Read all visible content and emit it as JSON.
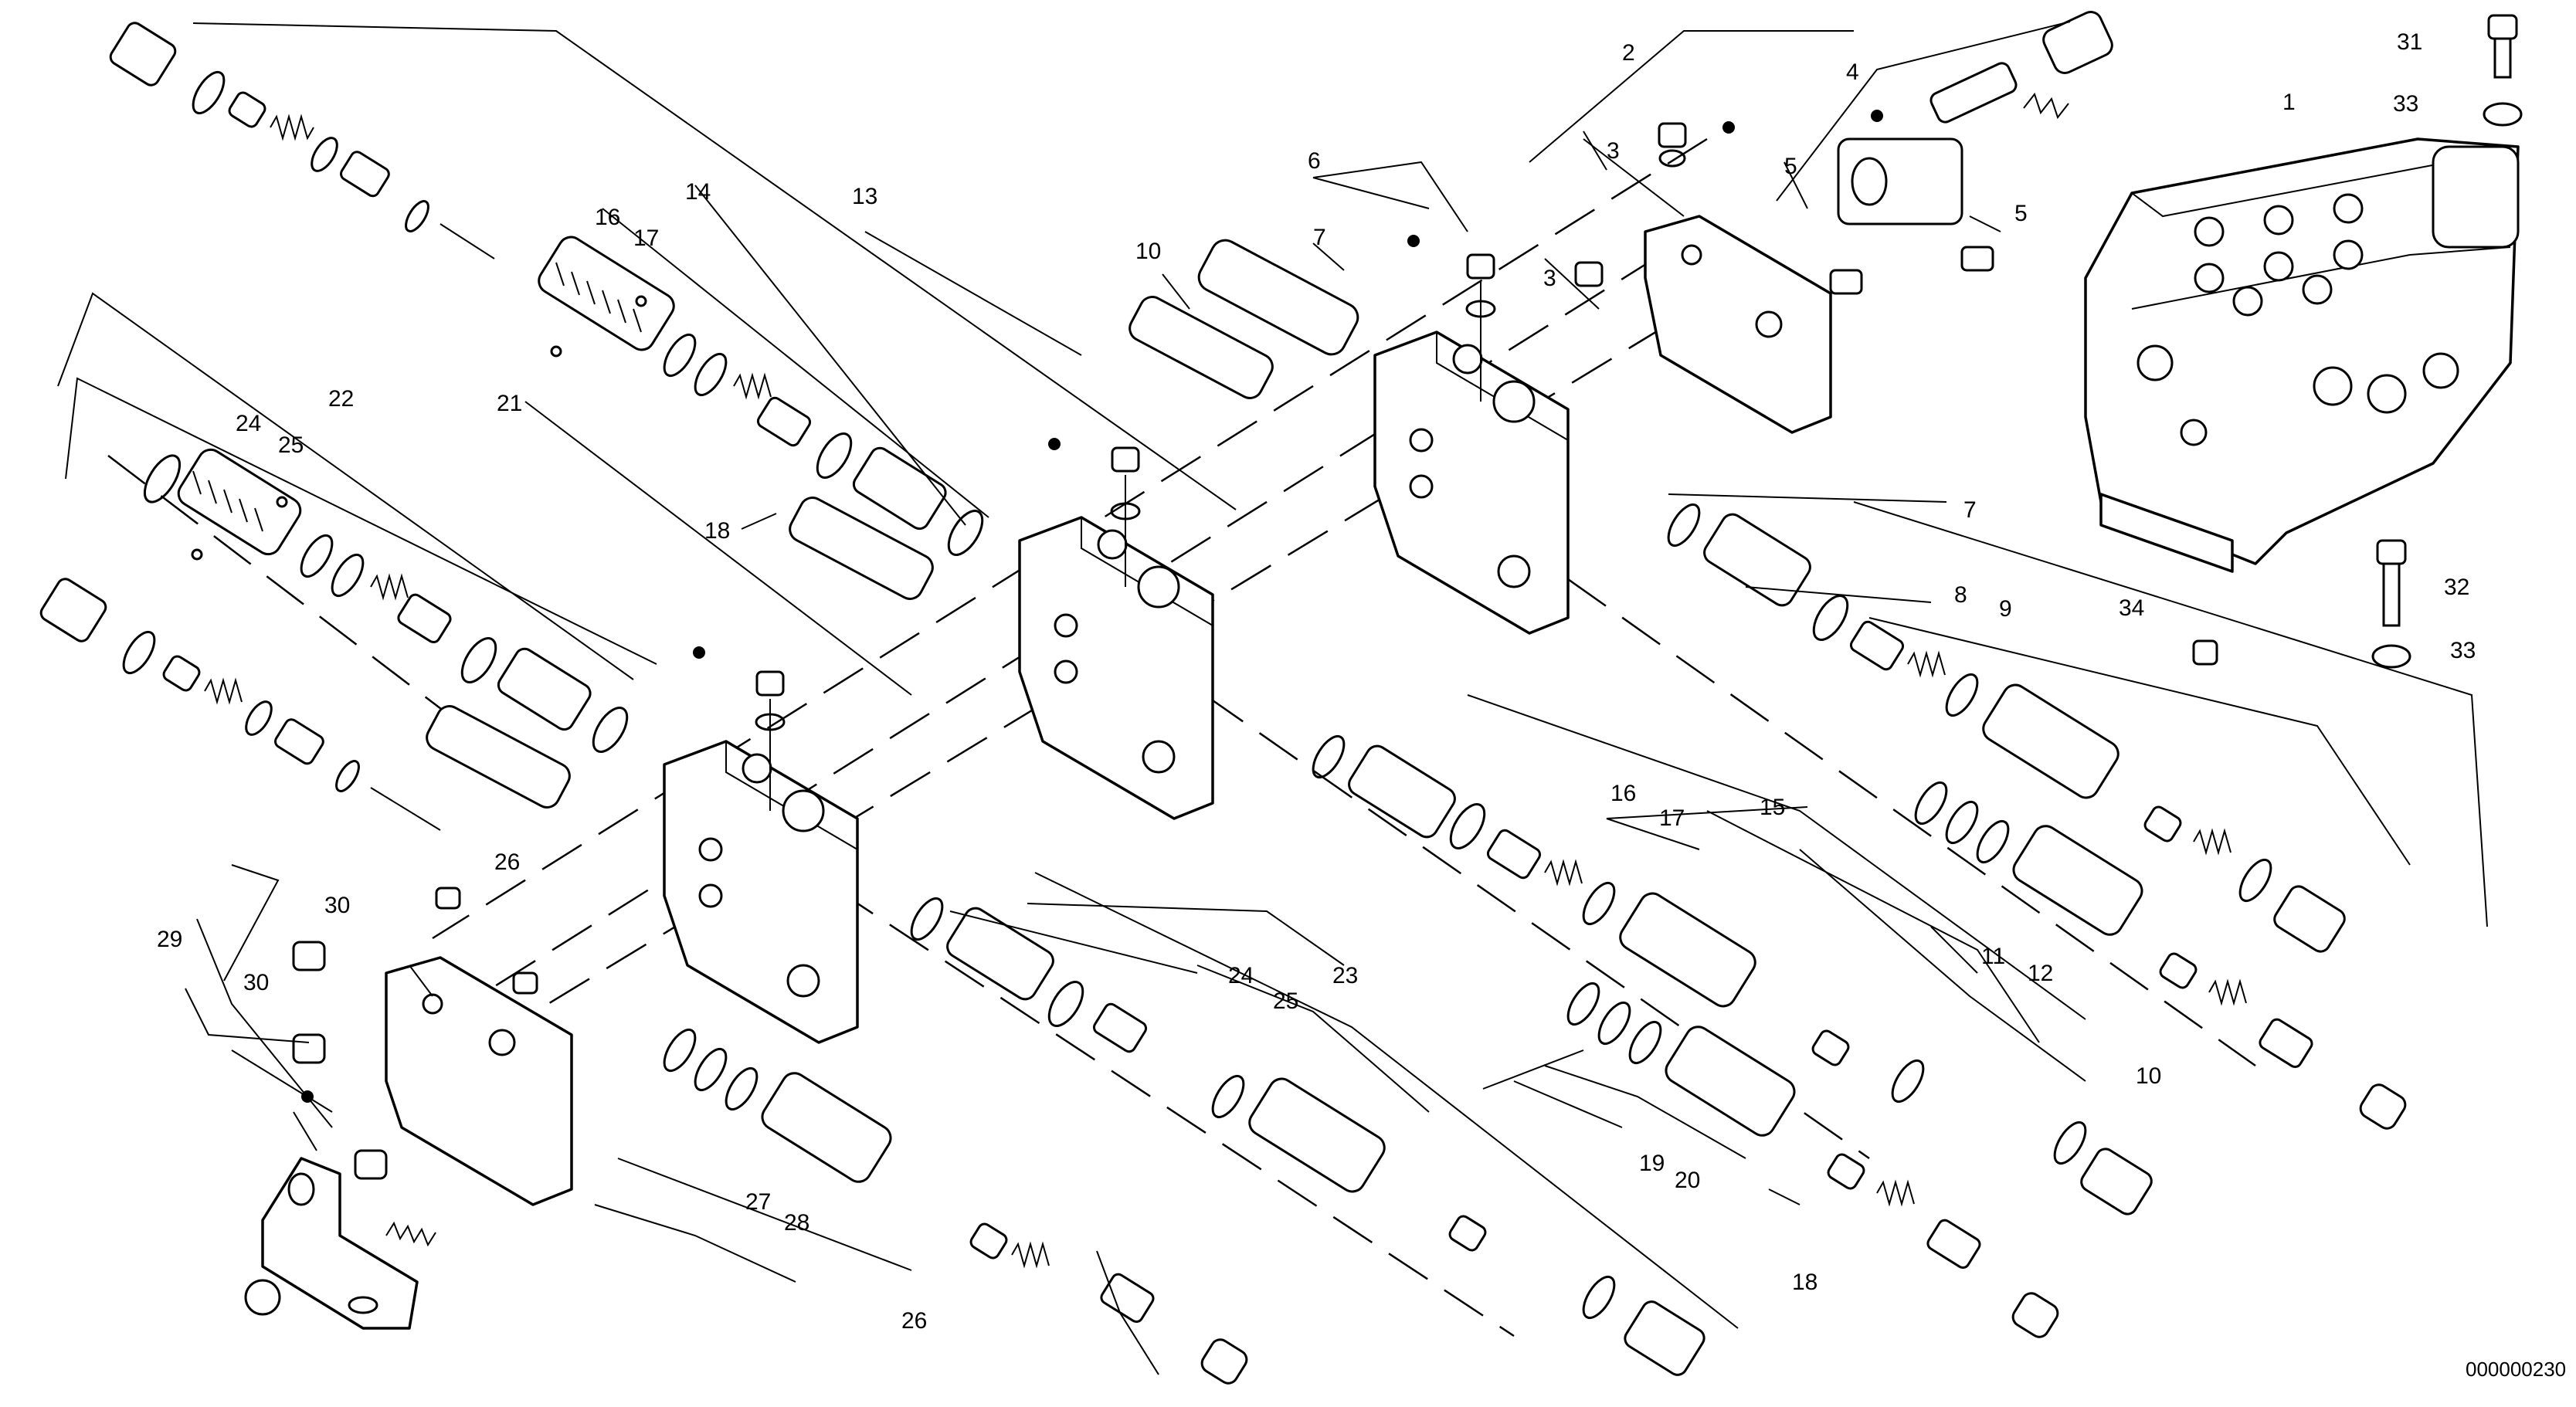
{
  "diagram": {
    "drawing_code": "000000230",
    "callouts": [
      {
        "id": "c1",
        "text": "1"
      },
      {
        "id": "c2",
        "text": "2"
      },
      {
        "id": "c3a",
        "text": "3"
      },
      {
        "id": "c3b",
        "text": "3"
      },
      {
        "id": "c4",
        "text": "4"
      },
      {
        "id": "c5a",
        "text": "5"
      },
      {
        "id": "c5b",
        "text": "5"
      },
      {
        "id": "c6",
        "text": "6"
      },
      {
        "id": "c7a",
        "text": "7"
      },
      {
        "id": "c7b",
        "text": "7"
      },
      {
        "id": "c8",
        "text": "8"
      },
      {
        "id": "c9",
        "text": "9"
      },
      {
        "id": "c10a",
        "text": "10"
      },
      {
        "id": "c10b",
        "text": "10"
      },
      {
        "id": "c11",
        "text": "11"
      },
      {
        "id": "c12",
        "text": "12"
      },
      {
        "id": "c13",
        "text": "13"
      },
      {
        "id": "c14",
        "text": "14"
      },
      {
        "id": "c15",
        "text": "15"
      },
      {
        "id": "c16a",
        "text": "16"
      },
      {
        "id": "c16b",
        "text": "16"
      },
      {
        "id": "c17a",
        "text": "17"
      },
      {
        "id": "c17b",
        "text": "17"
      },
      {
        "id": "c18a",
        "text": "18"
      },
      {
        "id": "c18b",
        "text": "18"
      },
      {
        "id": "c19",
        "text": "19"
      },
      {
        "id": "c20",
        "text": "20"
      },
      {
        "id": "c21",
        "text": "21"
      },
      {
        "id": "c22",
        "text": "22"
      },
      {
        "id": "c23",
        "text": "23"
      },
      {
        "id": "c24a",
        "text": "24"
      },
      {
        "id": "c24b",
        "text": "24"
      },
      {
        "id": "c25a",
        "text": "25"
      },
      {
        "id": "c25b",
        "text": "25"
      },
      {
        "id": "c26a",
        "text": "26"
      },
      {
        "id": "c26b",
        "text": "26"
      },
      {
        "id": "c27",
        "text": "27"
      },
      {
        "id": "c28",
        "text": "28"
      },
      {
        "id": "c29",
        "text": "29"
      },
      {
        "id": "c30a",
        "text": "30"
      },
      {
        "id": "c30b",
        "text": "30"
      },
      {
        "id": "c31",
        "text": "31"
      },
      {
        "id": "c32",
        "text": "32"
      },
      {
        "id": "c33a",
        "text": "33"
      },
      {
        "id": "c33b",
        "text": "33"
      },
      {
        "id": "c34",
        "text": "34"
      }
    ]
  }
}
